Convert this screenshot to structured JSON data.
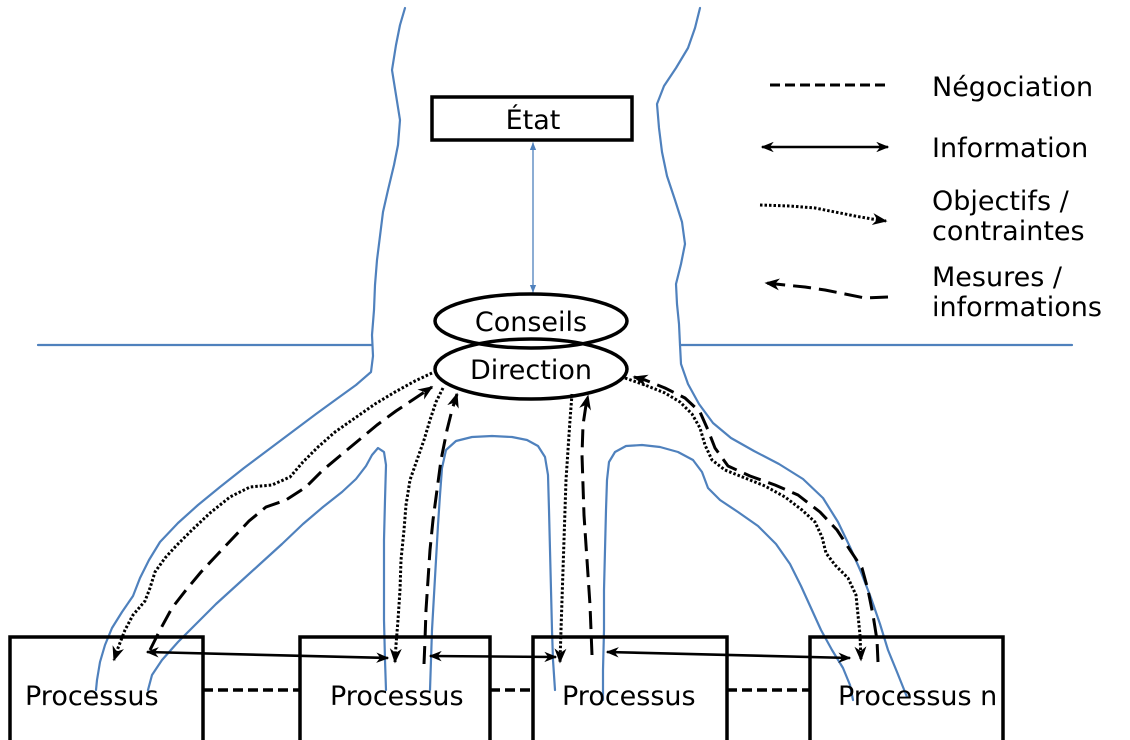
{
  "diagram": {
    "state": "État",
    "councils": "Conseils",
    "direction": "Direction",
    "processes": [
      "Processus",
      "Processus",
      "Processus",
      "Processus n"
    ]
  },
  "legend": {
    "negotiation": [
      "Négociation"
    ],
    "information": [
      "Information"
    ],
    "objectives_constraints": [
      "Objectifs /",
      "contraintes"
    ],
    "measures_information": [
      "Mesures /",
      "informations"
    ]
  },
  "colors": {
    "tree_outline": "#4f81bd",
    "ink": "#000000",
    "background": "#ffffff"
  }
}
